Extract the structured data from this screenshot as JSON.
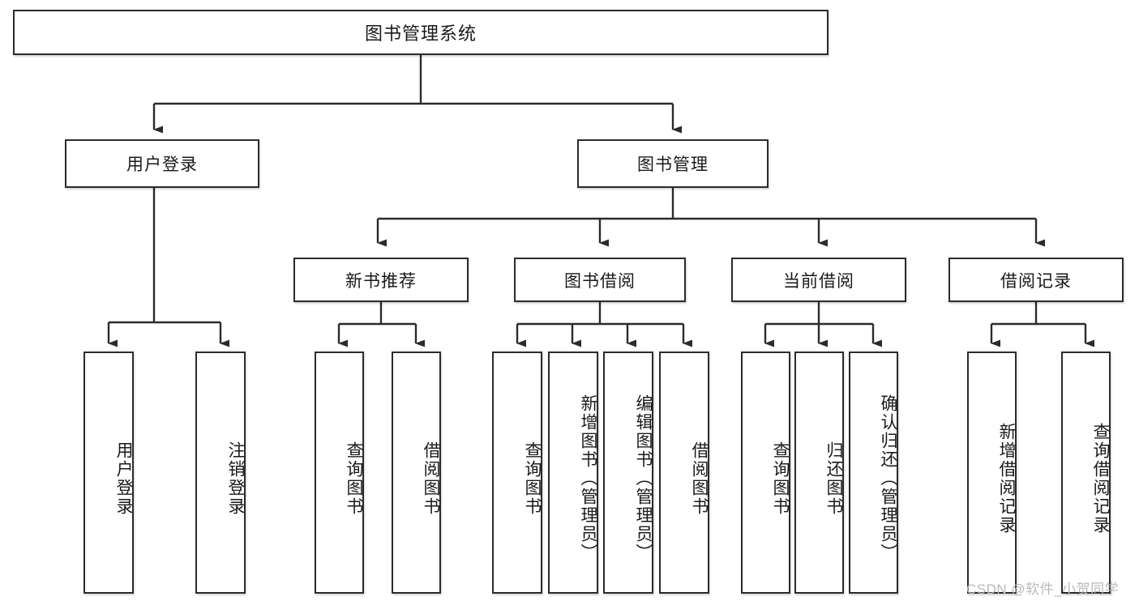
{
  "diagram": {
    "title": "图书管理系统",
    "type": "tree-hierarchy-diagram",
    "root": {
      "label": "图书管理系统"
    },
    "level1": [
      {
        "label": "用户登录"
      },
      {
        "label": "图书管理"
      }
    ],
    "level2": [
      {
        "label": "新书推荐"
      },
      {
        "label": "图书借阅"
      },
      {
        "label": "当前借阅"
      },
      {
        "label": "借阅记录"
      }
    ],
    "leaves": {
      "user_login": [
        {
          "label": "用户登录"
        },
        {
          "label": "注销登录"
        }
      ],
      "new_book_recommend": [
        {
          "label": "查询图书"
        },
        {
          "label": "借阅图书"
        }
      ],
      "book_borrow": [
        {
          "label": "查询图书"
        },
        {
          "label": "新增图书（管理员）"
        },
        {
          "label": "编辑图书（管理员）"
        },
        {
          "label": "借阅图书"
        }
      ],
      "current_borrow": [
        {
          "label": "查询图书"
        },
        {
          "label": "归还图书"
        },
        {
          "label": "确认归还（管理员）"
        }
      ],
      "borrow_records": [
        {
          "label": "新增借阅记录"
        },
        {
          "label": "查询借阅记录"
        }
      ]
    }
  },
  "watermark": {
    "text": "CSDN @软件_小贺同学"
  },
  "colors": {
    "stroke": "#2b2b2b",
    "background": "#ffffff",
    "text": "#1a1a1a",
    "watermark": "#b9b9b9"
  }
}
